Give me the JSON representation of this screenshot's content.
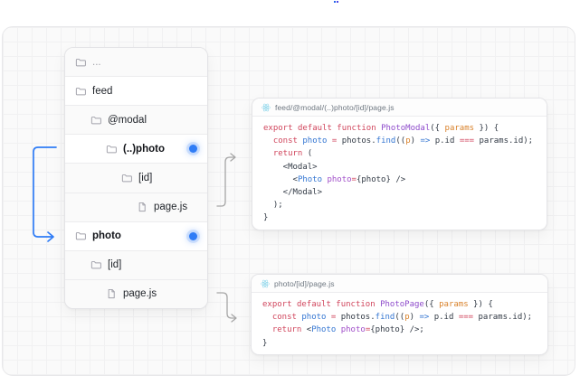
{
  "colors": {
    "accent_blue": "#2f7cf6",
    "arrow_gray": "#a6a6a6",
    "panel_bg": "#fafafa",
    "code_keyword_red": "#d0455c",
    "code_function_purple": "#8e4bcb",
    "code_param_orange": "#d9822b",
    "code_ident_blue": "#3476d2",
    "code_attr_purple": "#a14fc9",
    "react_icon_blue": "#7fd1e8"
  },
  "file_tree": {
    "rows": [
      {
        "label": "...",
        "level": 0,
        "icon": "folder",
        "muted": true,
        "bold": false,
        "dot": false,
        "highlight": false
      },
      {
        "label": "feed",
        "level": 0,
        "icon": "folder",
        "muted": false,
        "bold": false,
        "dot": false,
        "highlight": true
      },
      {
        "label": "@modal",
        "level": 1,
        "icon": "folder",
        "muted": false,
        "bold": false,
        "dot": false,
        "highlight": false
      },
      {
        "label": "(..)photo",
        "level": 2,
        "icon": "folder",
        "muted": false,
        "bold": true,
        "dot": true,
        "highlight": true
      },
      {
        "label": "[id]",
        "level": 3,
        "icon": "folder",
        "muted": false,
        "bold": false,
        "dot": false,
        "highlight": false
      },
      {
        "label": "page.js",
        "level": 4,
        "icon": "file",
        "muted": false,
        "bold": false,
        "dot": false,
        "highlight": false
      },
      {
        "label": "photo",
        "level": 0,
        "icon": "folder",
        "muted": false,
        "bold": true,
        "dot": true,
        "highlight": true
      },
      {
        "label": "[id]",
        "level": 1,
        "icon": "folder",
        "muted": false,
        "bold": false,
        "dot": false,
        "highlight": false
      },
      {
        "label": "page.js",
        "level": 2,
        "icon": "file",
        "muted": false,
        "bold": false,
        "dot": false,
        "highlight": false
      }
    ]
  },
  "code_blocks": [
    {
      "filename": "feed/@modal/(..)photo/[id]/page.js",
      "icon": "react-icon",
      "lines": [
        [
          [
            "kw",
            "export"
          ],
          [
            "pl",
            " "
          ],
          [
            "kw",
            "default"
          ],
          [
            "pl",
            " "
          ],
          [
            "kw",
            "function"
          ],
          [
            "pl",
            " "
          ],
          [
            "fn",
            "PhotoModal"
          ],
          [
            "pl",
            "({ "
          ],
          [
            "arg",
            "params"
          ],
          [
            "pl",
            " }) {"
          ]
        ],
        [
          [
            "pl",
            "  "
          ],
          [
            "kw",
            "const"
          ],
          [
            "pl",
            " "
          ],
          [
            "var",
            "photo"
          ],
          [
            "pl",
            " "
          ],
          [
            "kw",
            "="
          ],
          [
            "pl",
            " photos."
          ],
          [
            "fnc",
            "find"
          ],
          [
            "pl",
            "(("
          ],
          [
            "arg",
            "p"
          ],
          [
            "pl",
            ") "
          ],
          [
            "op",
            "=>"
          ],
          [
            "pl",
            " p.id "
          ],
          [
            "kw",
            "==="
          ],
          [
            "pl",
            " params.id);"
          ]
        ],
        [
          [
            "pl",
            "  "
          ],
          [
            "kw",
            "return"
          ],
          [
            "pl",
            " ("
          ]
        ],
        [
          [
            "pl",
            "    <Modal>"
          ]
        ],
        [
          [
            "pl",
            "      <"
          ],
          [
            "tag",
            "Photo"
          ],
          [
            "pl",
            " "
          ],
          [
            "attr",
            "photo"
          ],
          [
            "kw",
            "="
          ],
          [
            "pl",
            "{photo} />"
          ]
        ],
        [
          [
            "pl",
            "    </Modal>"
          ]
        ],
        [
          [
            "pl",
            "  );"
          ]
        ],
        [
          [
            "pl",
            "}"
          ]
        ]
      ]
    },
    {
      "filename": "photo/[id]/page.js",
      "icon": "react-icon",
      "lines": [
        [
          [
            "kw",
            "export"
          ],
          [
            "pl",
            " "
          ],
          [
            "kw",
            "default"
          ],
          [
            "pl",
            " "
          ],
          [
            "kw",
            "function"
          ],
          [
            "pl",
            " "
          ],
          [
            "fn",
            "PhotoPage"
          ],
          [
            "pl",
            "({ "
          ],
          [
            "arg",
            "params"
          ],
          [
            "pl",
            " }) {"
          ]
        ],
        [
          [
            "pl",
            "  "
          ],
          [
            "kw",
            "const"
          ],
          [
            "pl",
            " "
          ],
          [
            "var",
            "photo"
          ],
          [
            "pl",
            " "
          ],
          [
            "kw",
            "="
          ],
          [
            "pl",
            " photos."
          ],
          [
            "fnc",
            "find"
          ],
          [
            "pl",
            "(("
          ],
          [
            "arg",
            "p"
          ],
          [
            "pl",
            ") "
          ],
          [
            "op",
            "=>"
          ],
          [
            "pl",
            " p.id "
          ],
          [
            "kw",
            "==="
          ],
          [
            "pl",
            " params.id);"
          ]
        ],
        [
          [
            "pl",
            "  "
          ],
          [
            "kw",
            "return"
          ],
          [
            "pl",
            " <"
          ],
          [
            "tag",
            "Photo"
          ],
          [
            "pl",
            " "
          ],
          [
            "attr",
            "photo"
          ],
          [
            "kw",
            "="
          ],
          [
            "pl",
            "{photo} />;"
          ]
        ],
        [
          [
            "pl",
            "}"
          ]
        ]
      ]
    }
  ]
}
